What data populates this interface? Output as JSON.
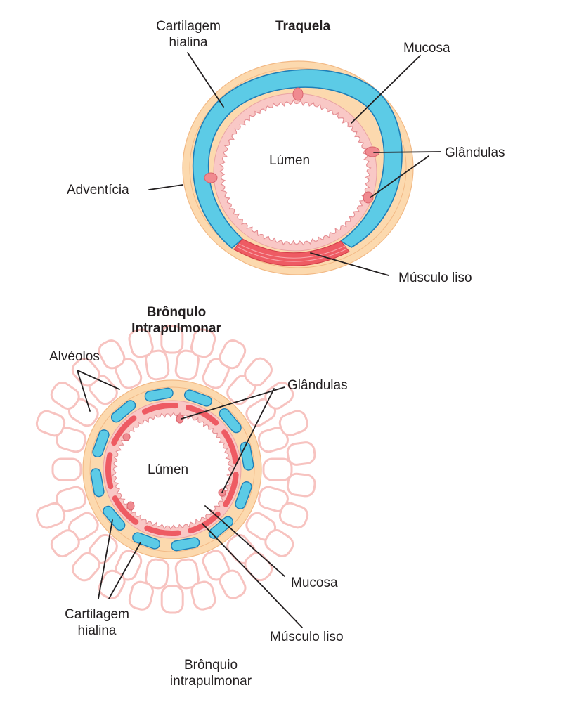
{
  "trachea": {
    "title": "Traquela",
    "labels": {
      "cartilage_line1": "Cartilagem",
      "cartilage_line2": "hialina",
      "mucosa": "Mucosa",
      "lumen": "Lúmen",
      "glands": "Glândulas",
      "adventitia": "Adventícia",
      "smooth_muscle": "Músculo liso"
    }
  },
  "bronchus": {
    "title_line1": "Brônqulo",
    "title_line2": "Intrapulmonar",
    "labels": {
      "alveoli": "Alvéolos",
      "glands": "Glândulas",
      "lumen": "Lúmen",
      "mucosa": "Mucosa",
      "cartilage_line1": "Cartilagem",
      "cartilage_line2": "hialina",
      "smooth_muscle": "Músculo liso"
    },
    "caption_line1": "Brônquio",
    "caption_line2": "intrapulmonar"
  },
  "colors": {
    "cartilage": "#5ccbe6",
    "cartilage_outline": "#1e7fb8",
    "adventitia": "#fcd9ae",
    "mucosa": "#f9c8c6",
    "muscle": "#ee5b63",
    "gland": "#f08a90",
    "alveoli": "#f7c3c0",
    "leader": "#231f20"
  }
}
